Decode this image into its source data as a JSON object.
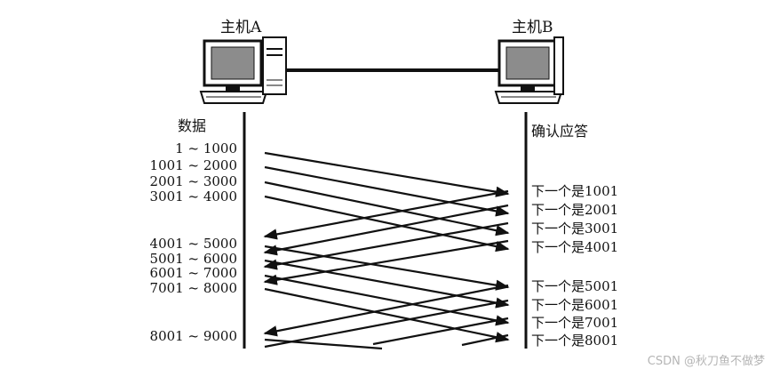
{
  "hosts": {
    "a_label": "主机A",
    "b_label": "主机B"
  },
  "left_header": "数据",
  "right_header": "确认应答",
  "data_segments": [
    "1 ~ 1000",
    "1001 ~ 2000",
    "2001 ~ 3000",
    "3001 ~ 4000",
    "4001 ~ 5000",
    "5001 ~ 6000",
    "6001 ~ 7000",
    "7001 ~ 8000",
    "8001 ~ 9000"
  ],
  "acks": [
    "下一个是1001",
    "下一个是2001",
    "下一个是3001",
    "下一个是4001",
    "下一个是5001",
    "下一个是6001",
    "下一个是7001",
    "下一个是8001"
  ],
  "watermark": "CSDN @秋刀鱼不做梦"
}
